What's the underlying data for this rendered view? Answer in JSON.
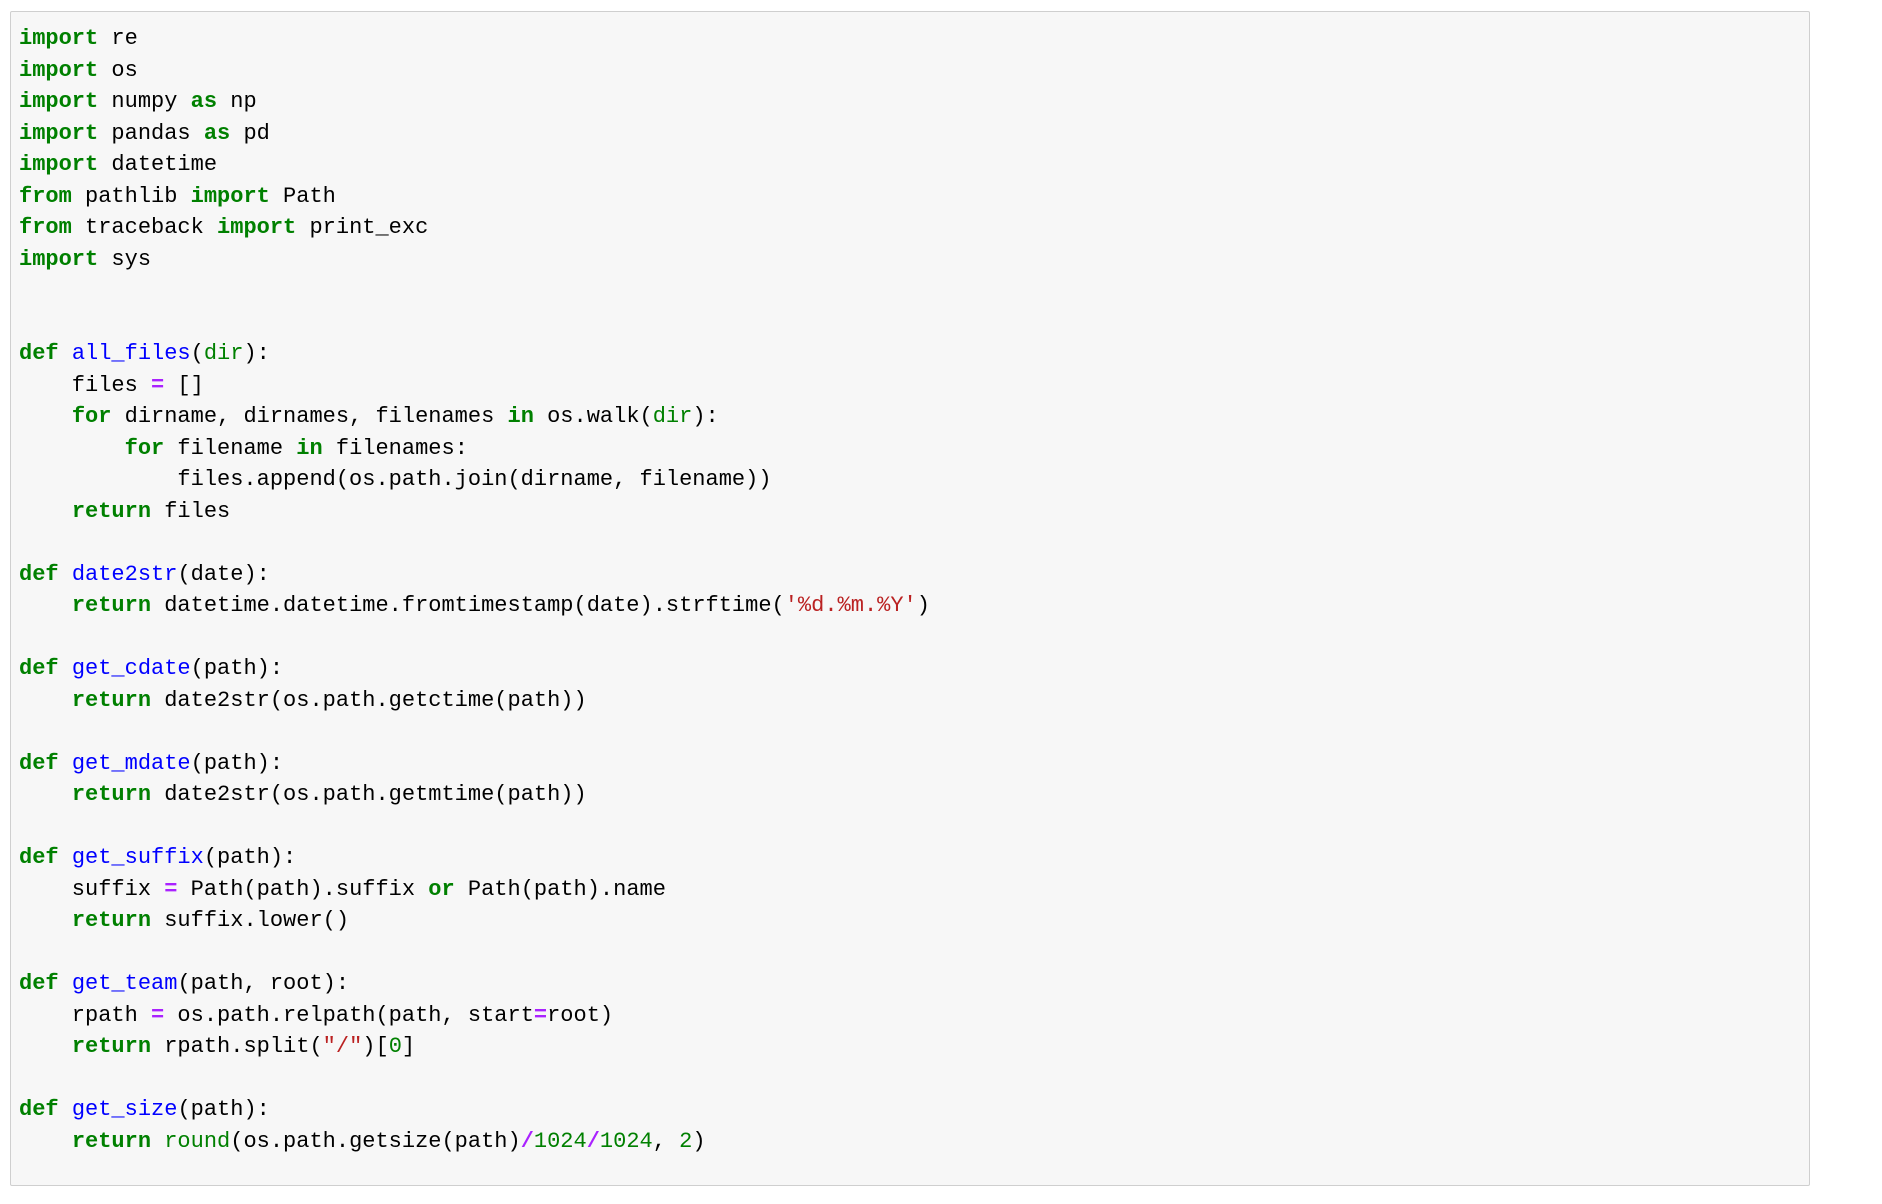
{
  "colors": {
    "keyword": "#008000",
    "function": "#0000ff",
    "operator": "#aa22ff",
    "string": "#ba2121",
    "number": "#008000",
    "background": "#f7f7f7"
  },
  "code_cell": {
    "lines": [
      [
        [
          "k",
          "import"
        ],
        [
          "t",
          " re"
        ]
      ],
      [
        [
          "k",
          "import"
        ],
        [
          "t",
          " os"
        ]
      ],
      [
        [
          "k",
          "import"
        ],
        [
          "t",
          " numpy "
        ],
        [
          "k",
          "as"
        ],
        [
          "t",
          " np"
        ]
      ],
      [
        [
          "k",
          "import"
        ],
        [
          "t",
          " pandas "
        ],
        [
          "k",
          "as"
        ],
        [
          "t",
          " pd"
        ]
      ],
      [
        [
          "k",
          "import"
        ],
        [
          "t",
          " datetime"
        ]
      ],
      [
        [
          "k",
          "from"
        ],
        [
          "t",
          " pathlib "
        ],
        [
          "k",
          "import"
        ],
        [
          "t",
          " Path"
        ]
      ],
      [
        [
          "k",
          "from"
        ],
        [
          "t",
          " traceback "
        ],
        [
          "k",
          "import"
        ],
        [
          "t",
          " print_exc"
        ]
      ],
      [
        [
          "k",
          "import"
        ],
        [
          "t",
          " sys"
        ]
      ],
      [],
      [],
      [
        [
          "k",
          "def"
        ],
        [
          "t",
          " "
        ],
        [
          "f",
          "all_files"
        ],
        [
          "t",
          "("
        ],
        [
          "n",
          "dir"
        ],
        [
          "t",
          "):"
        ]
      ],
      [
        [
          "t",
          "    files "
        ],
        [
          "o",
          "="
        ],
        [
          "t",
          " []"
        ]
      ],
      [
        [
          "t",
          "    "
        ],
        [
          "k",
          "for"
        ],
        [
          "t",
          " dirname, dirnames, filenames "
        ],
        [
          "k",
          "in"
        ],
        [
          "t",
          " os.walk("
        ],
        [
          "n",
          "dir"
        ],
        [
          "t",
          "):"
        ]
      ],
      [
        [
          "t",
          "        "
        ],
        [
          "k",
          "for"
        ],
        [
          "t",
          " filename "
        ],
        [
          "k",
          "in"
        ],
        [
          "t",
          " filenames:"
        ]
      ],
      [
        [
          "t",
          "            files.append(os.path.join(dirname, filename))"
        ]
      ],
      [
        [
          "t",
          "    "
        ],
        [
          "k",
          "return"
        ],
        [
          "t",
          " files"
        ]
      ],
      [],
      [
        [
          "k",
          "def"
        ],
        [
          "t",
          " "
        ],
        [
          "f",
          "date2str"
        ],
        [
          "t",
          "(date):"
        ]
      ],
      [
        [
          "t",
          "    "
        ],
        [
          "k",
          "return"
        ],
        [
          "t",
          " datetime.datetime.fromtimestamp(date).strftime("
        ],
        [
          "s",
          "'%d.%m.%Y'"
        ],
        [
          "t",
          ")"
        ]
      ],
      [],
      [
        [
          "k",
          "def"
        ],
        [
          "t",
          " "
        ],
        [
          "f",
          "get_cdate"
        ],
        [
          "t",
          "(path):"
        ]
      ],
      [
        [
          "t",
          "    "
        ],
        [
          "k",
          "return"
        ],
        [
          "t",
          " date2str(os.path.getctime(path))"
        ]
      ],
      [],
      [
        [
          "k",
          "def"
        ],
        [
          "t",
          " "
        ],
        [
          "f",
          "get_mdate"
        ],
        [
          "t",
          "(path):"
        ]
      ],
      [
        [
          "t",
          "    "
        ],
        [
          "k",
          "return"
        ],
        [
          "t",
          " date2str(os.path.getmtime(path))"
        ]
      ],
      [],
      [
        [
          "k",
          "def"
        ],
        [
          "t",
          " "
        ],
        [
          "f",
          "get_suffix"
        ],
        [
          "t",
          "(path):"
        ]
      ],
      [
        [
          "t",
          "    suffix "
        ],
        [
          "o",
          "="
        ],
        [
          "t",
          " Path(path).suffix "
        ],
        [
          "k",
          "or"
        ],
        [
          "t",
          " Path(path).name"
        ]
      ],
      [
        [
          "t",
          "    "
        ],
        [
          "k",
          "return"
        ],
        [
          "t",
          " suffix.lower()"
        ]
      ],
      [],
      [
        [
          "k",
          "def"
        ],
        [
          "t",
          " "
        ],
        [
          "f",
          "get_team"
        ],
        [
          "t",
          "(path, root):"
        ]
      ],
      [
        [
          "t",
          "    rpath "
        ],
        [
          "o",
          "="
        ],
        [
          "t",
          " os.path.relpath(path, start"
        ],
        [
          "o",
          "="
        ],
        [
          "t",
          "root)"
        ]
      ],
      [
        [
          "t",
          "    "
        ],
        [
          "k",
          "return"
        ],
        [
          "t",
          " rpath.split("
        ],
        [
          "s",
          "\"/\""
        ],
        [
          "t",
          ")["
        ],
        [
          "n",
          "0"
        ],
        [
          "t",
          "]"
        ]
      ],
      [],
      [
        [
          "k",
          "def"
        ],
        [
          "t",
          " "
        ],
        [
          "f",
          "get_size"
        ],
        [
          "t",
          "(path):"
        ]
      ],
      [
        [
          "t",
          "    "
        ],
        [
          "k",
          "return"
        ],
        [
          "t",
          " "
        ],
        [
          "n",
          "round"
        ],
        [
          "t",
          "(os.path.getsize(path)"
        ],
        [
          "o",
          "/"
        ],
        [
          "n",
          "1024"
        ],
        [
          "o",
          "/"
        ],
        [
          "n",
          "1024"
        ],
        [
          "t",
          ", "
        ],
        [
          "n",
          "2"
        ],
        [
          "t",
          ")"
        ]
      ]
    ]
  }
}
